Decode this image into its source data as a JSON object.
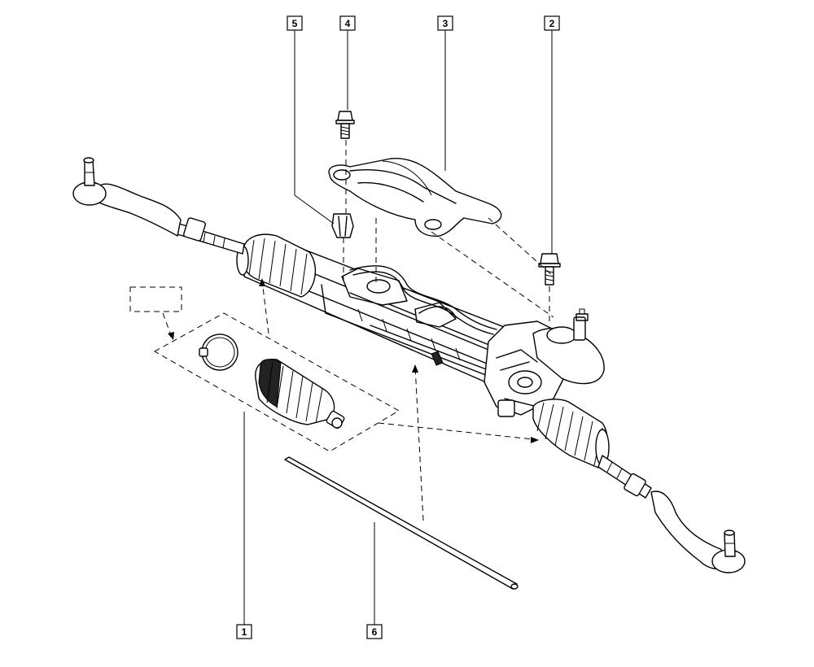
{
  "callouts": [
    {
      "id": "callout-1",
      "label": "1"
    },
    {
      "id": "callout-2",
      "label": "2"
    },
    {
      "id": "callout-3",
      "label": "3"
    },
    {
      "id": "callout-4",
      "label": "4"
    },
    {
      "id": "callout-5",
      "label": "5"
    },
    {
      "id": "callout-6",
      "label": "6"
    }
  ]
}
